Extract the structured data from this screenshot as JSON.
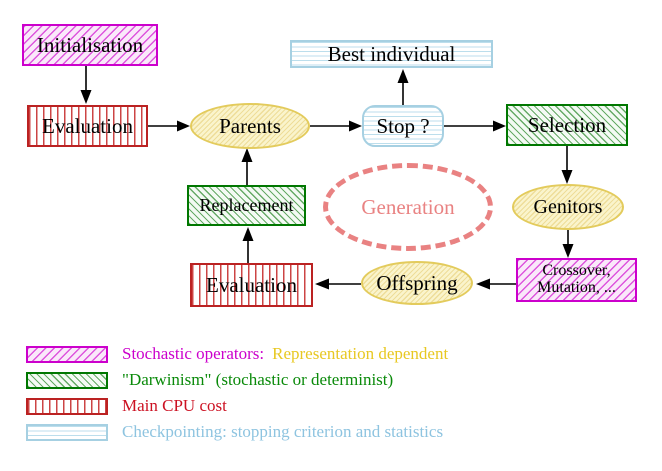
{
  "nodes": {
    "initialisation": {
      "label": "Initialisation"
    },
    "evaluation_top": {
      "label": "Evaluation"
    },
    "parents": {
      "label": "Parents"
    },
    "best_individual": {
      "label": "Best individual"
    },
    "stop": {
      "label": "Stop ?"
    },
    "selection": {
      "label": "Selection"
    },
    "replacement": {
      "label": "Replacement"
    },
    "generation": {
      "label": "Generation"
    },
    "genitors": {
      "label": "Genitors"
    },
    "evaluation_bottom": {
      "label": "Evaluation"
    },
    "offspring": {
      "label": "Offspring"
    },
    "crossover_mutation": {
      "line1": "Crossover,",
      "line2": "Mutation, ..."
    }
  },
  "legend": {
    "items": [
      {
        "pattern": "magenta-diagonal-hatch",
        "label": "Stochastic operators:",
        "label_color": "#cc00cc",
        "label2": "Representation dependent",
        "label2_color": "#e8c822"
      },
      {
        "pattern": "green-diagonal-hatch",
        "label": "\"Darwinism\" (stochastic or determinist)",
        "label_color": "#0a8a0a"
      },
      {
        "pattern": "red-vertical-lines",
        "label": "Main CPU cost",
        "label_color": "#cc1122"
      },
      {
        "pattern": "cyan-horizontal-lines",
        "label": "Checkpointing: stopping criterion and statistics",
        "label_color": "#8ec4e0"
      }
    ]
  },
  "colors": {
    "stochastic_magenta": "#cc00cc",
    "darwinism_green": "#007700",
    "cpu_red": "#bb2222",
    "checkpoint_cyan": "#a6d0e2",
    "operator_yellow": "#e3cb5c",
    "generation_salmon": "#e98282",
    "arrow_black": "#000000",
    "node_text": "#000000",
    "background": "#ffffff"
  }
}
